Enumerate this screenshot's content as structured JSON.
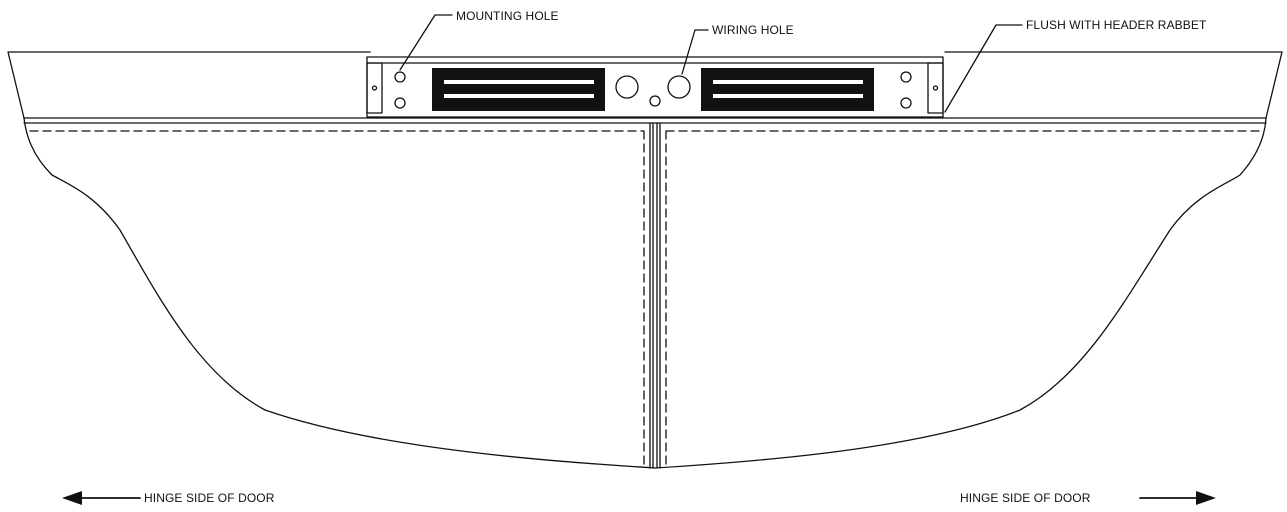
{
  "labels": {
    "mounting_hole": "MOUNTING HOLE",
    "wiring_hole": "WIRING HOLE",
    "flush_with_header_rabbet": "FLUSH WITH HEADER RABBET",
    "hinge_side_left": "HINGE SIDE OF DOOR",
    "hinge_side_right": "HINGE SIDE OF DOOR"
  },
  "colors": {
    "line": "#111111",
    "background": "#ffffff"
  }
}
